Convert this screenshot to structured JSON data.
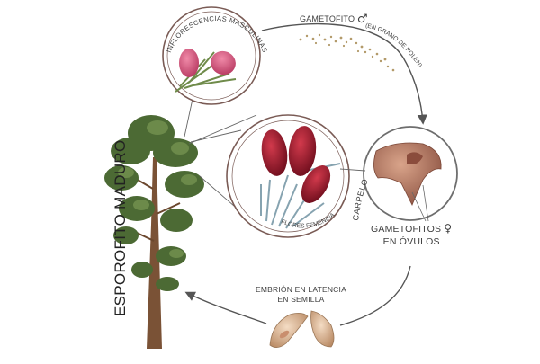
{
  "diagram": {
    "title": "ESPOROFITO MADURO",
    "male_inflorescence_label": "INFLORESCENCIAS MASCULINAS",
    "male_gametophyte_label": "GAMETOFITO",
    "male_symbol": "♂",
    "pollen_label": "(EN GRANO DE POLEN)",
    "female_flowers_label": "FLORES FEMENINAS",
    "carpel_label": "CARPELO",
    "female_gametophytes_line1": "GAMETOFITOS",
    "female_symbol": "♀",
    "female_gametophytes_line2": "EN ÓVULOS",
    "embryo_line1": "EMBRIÓN EN LATENCIA",
    "embryo_line2": "EN SEMILLA"
  },
  "colors": {
    "arrow": "#555555",
    "circle_ring": "#7a5b55",
    "male_cone": "#d8587e",
    "female_cone": "#a3182c",
    "foliage": "#4c6a34",
    "trunk": "#7a5236",
    "pollen": "#b39a6a",
    "ovule": "#b07a62"
  }
}
